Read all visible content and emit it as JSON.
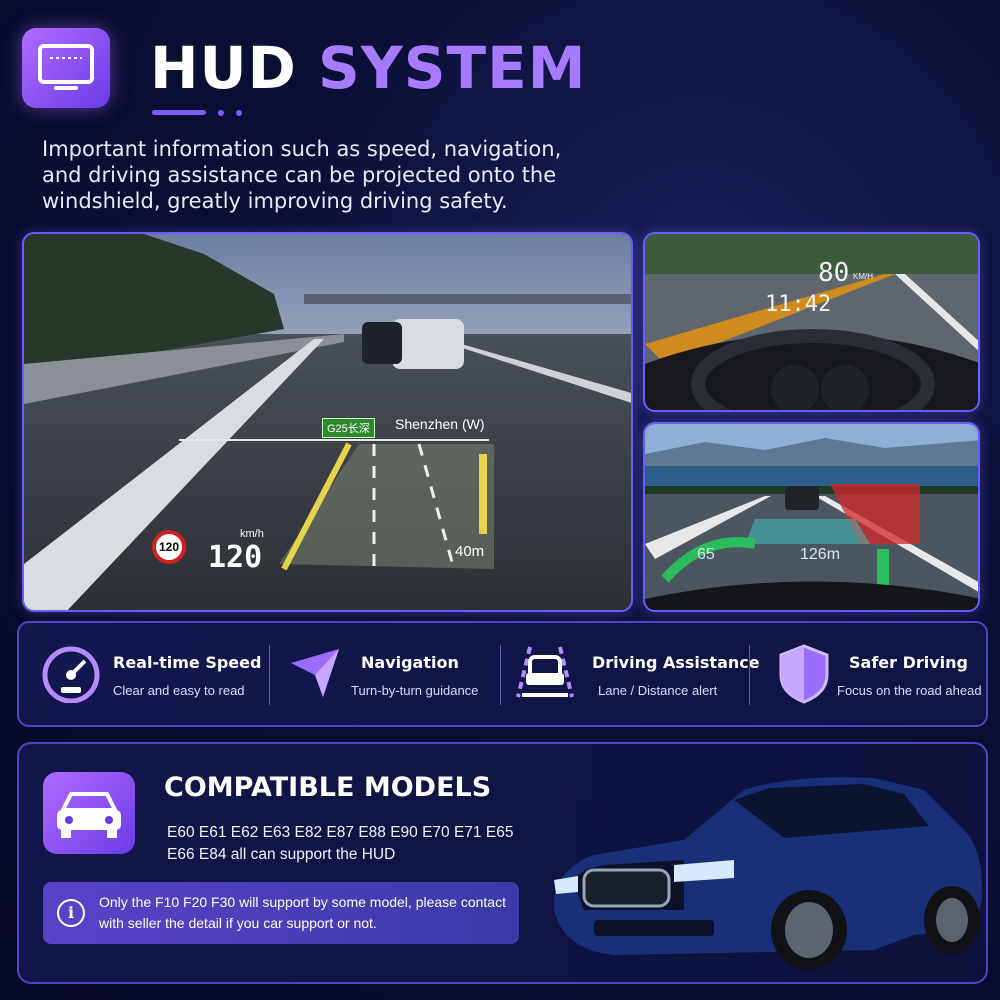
{
  "header": {
    "logo_icon": "monitor-icon",
    "title_part1": "HUD",
    "title_part2": "SYSTEM",
    "accent_color": "#a77bff",
    "intro": "Important information such as speed, navigation, and driving assistance can be projected onto the windshield, greatly improving driving safety."
  },
  "main_photo": {
    "road_badge": "G25长深",
    "road_name": "Shenzhen (W)",
    "speed_limit": "120",
    "speed_unit": "km/h",
    "speed": "120",
    "distance": "40m"
  },
  "side_photo_1": {
    "speed": "80",
    "unit": "KM/H",
    "time": "11:42"
  },
  "side_photo_2": {
    "speed": "65",
    "distance": "126m"
  },
  "features": [
    {
      "icon": "speedometer-icon",
      "title": "Real-time Speed",
      "subtitle": "Clear and easy to read"
    },
    {
      "icon": "navigation-arrow-icon",
      "title": "Navigation",
      "subtitle": "Turn-by-turn guidance"
    },
    {
      "icon": "car-lane-icon",
      "title": "Driving Assistance",
      "subtitle": "Lane / Distance alert"
    },
    {
      "icon": "shield-icon",
      "title": "Safer Driving",
      "subtitle": "Focus on the road ahead"
    }
  ],
  "compat": {
    "icon": "car-icon",
    "title": "COMPATIBLE MODELS",
    "models": "E60 E61 E62 E63 E82 E87 E88 E90 E70 E71 E65 E66 E84 all can support the HUD",
    "note_icon": "info-icon",
    "note": "Only the F10 F20 F30 will support by some model, please contact with seller the detail if you car support or not."
  }
}
